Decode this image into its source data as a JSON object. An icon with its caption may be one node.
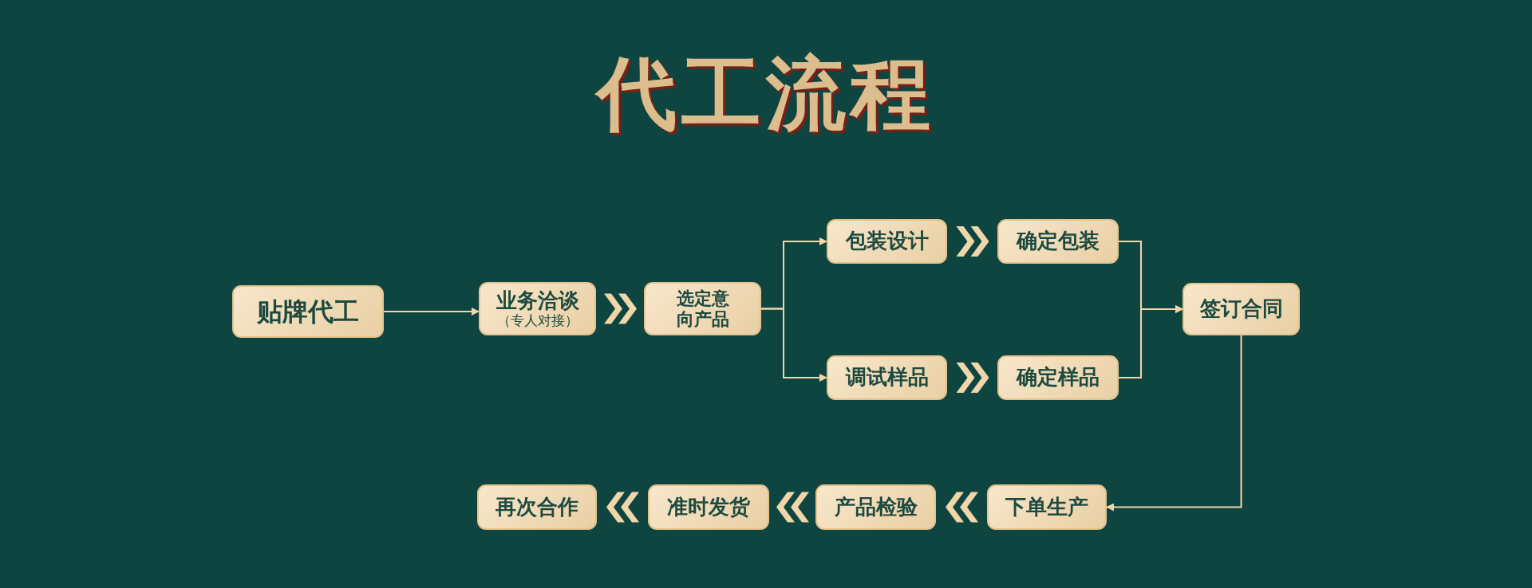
{
  "diagram": {
    "title": "代工流程",
    "nodes": [
      {
        "text": [
          "贴牌代工"
        ]
      },
      {
        "text": [
          "业务洽谈",
          "（专人对接）"
        ]
      },
      {
        "text": [
          "选定意向产品"
        ]
      },
      {
        "text": [
          "包装设计"
        ]
      },
      {
        "text": [
          "确定包装"
        ]
      },
      {
        "text": [
          "调试样品"
        ]
      },
      {
        "text": [
          "确定样品"
        ]
      },
      {
        "text": [
          "签订合同"
        ]
      },
      {
        "text": [
          "下单生产"
        ]
      },
      {
        "text": [
          "产品检验"
        ]
      },
      {
        "text": [
          "准时发货"
        ]
      },
      {
        "text": [
          "再次合作"
        ]
      }
    ],
    "edges": [
      {
        "from": 0,
        "to": 1,
        "arrow": "to"
      },
      {
        "from": 1,
        "to": 2,
        "arrow": "to"
      },
      {
        "from": 2,
        "to": 3,
        "arrow": "to"
      },
      {
        "from": 2,
        "to": 5,
        "arrow": "to"
      },
      {
        "from": 3,
        "to": 4,
        "arrow": "to"
      },
      {
        "from": 5,
        "to": 6,
        "arrow": "to"
      },
      {
        "from": 4,
        "to": 7,
        "arrow": "to"
      },
      {
        "from": 6,
        "to": 7,
        "arrow": "to"
      },
      {
        "from": 7,
        "to": 8,
        "arrow": "to"
      },
      {
        "from": 8,
        "to": 9,
        "arrow": "to"
      },
      {
        "from": 9,
        "to": 10,
        "arrow": "to"
      },
      {
        "from": 10,
        "to": 11,
        "arrow": "to"
      }
    ]
  }
}
